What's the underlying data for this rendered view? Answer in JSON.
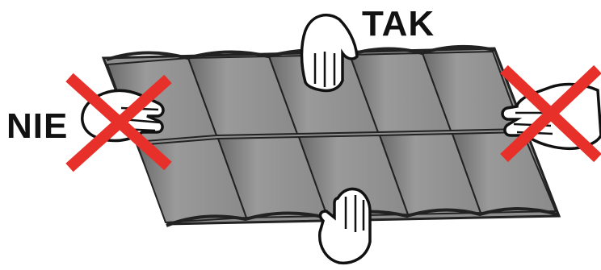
{
  "labels": {
    "correct": "TAK",
    "incorrect": "NIE"
  },
  "colors": {
    "sheet": "#8e8e8e",
    "sheet_dark": "#5e5e5e",
    "outline": "#222222",
    "hand_fill": "#ffffff",
    "cross": "#e8302a"
  },
  "icons": [
    "hand-icon",
    "cross-icon",
    "roof-tile-sheet"
  ]
}
